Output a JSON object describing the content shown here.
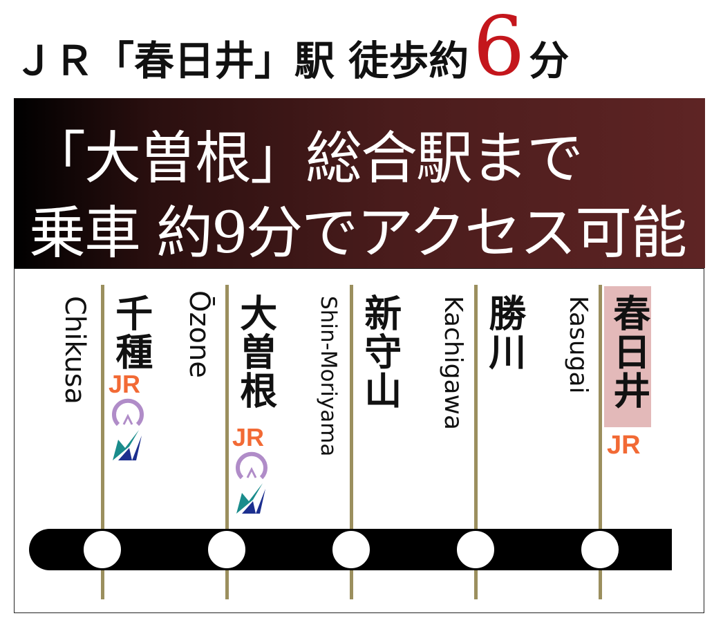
{
  "headline": {
    "prefix": "ＪＲ「春日井」駅 徒歩約",
    "minutes": "6",
    "suffix": "分"
  },
  "banner": {
    "line1": "「大曽根」総合駅まで",
    "line2": "乗車 約9分でアクセス可能"
  },
  "stations": [
    {
      "kanji": "千種",
      "romaji": "Chikusa",
      "logos": [
        "jr-logo",
        "subway-logo",
        "meitetsu-logo"
      ]
    },
    {
      "kanji": "大曽根",
      "romaji": "Ōzone",
      "logos": [
        "jr-logo",
        "subway-logo",
        "meitetsu-logo"
      ]
    },
    {
      "kanji": "新守山",
      "romaji": "Shin-Moriyama",
      "logos": []
    },
    {
      "kanji": "勝川",
      "romaji": "Kachigawa",
      "logos": []
    },
    {
      "kanji": "春日井",
      "romaji": "Kasugai",
      "logos": [
        "jr-logo"
      ],
      "highlighted": true
    }
  ],
  "logo_text": {
    "jr": "JR"
  },
  "colors": {
    "accent_red": "#c4161c",
    "line_olive": "#9b8f5e",
    "jr_orange": "#f26a35",
    "subway_purple": "#b08cc8",
    "highlight_pink": "#e3b9b9"
  }
}
